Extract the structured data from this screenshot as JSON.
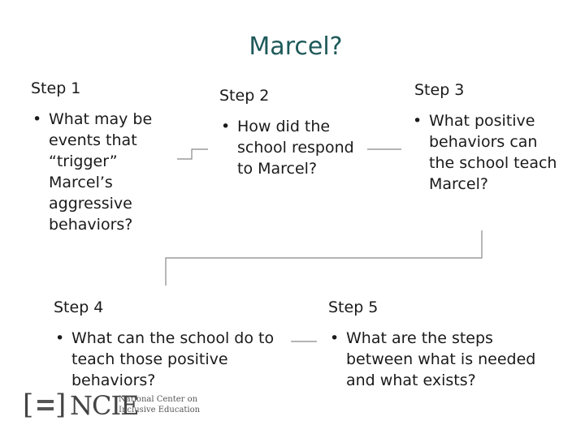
{
  "title": "Marcel?",
  "steps": [
    {
      "heading": "Step 1",
      "bullet": "What may be events that “trigger” Marcel’s aggressive behaviors?"
    },
    {
      "heading": "Step 2",
      "bullet": "How did the school respond to Marcel?"
    },
    {
      "heading": "Step 3",
      "bullet": "What positive behaviors can the school teach Marcel?"
    },
    {
      "heading": "Step 4",
      "bullet": "What can the school do to teach those positive behaviors?"
    },
    {
      "heading": "Step 5",
      "bullet": "What are the steps between what is needed and what exists?"
    }
  ],
  "logo": {
    "letters": "NCIE",
    "name_line1": "National Center on",
    "name_line2": "Inclusive Education"
  },
  "colors": {
    "title": "#1f5a5a",
    "connector": "#888888"
  }
}
